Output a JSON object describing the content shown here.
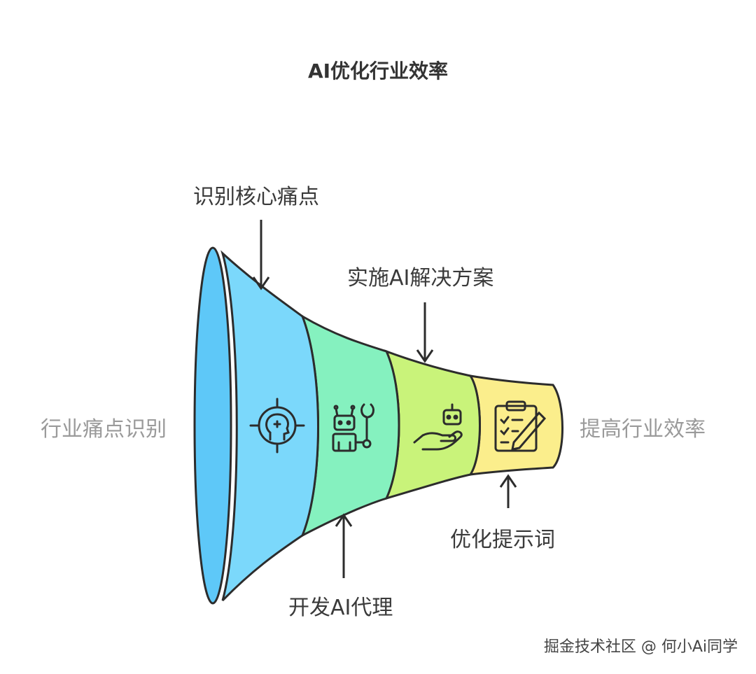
{
  "title": "AI优化行业效率",
  "side_labels": {
    "left": "行业痛点识别",
    "right": "提高行业效率"
  },
  "stages": [
    {
      "label": "识别核心痛点",
      "color": "#7bd8fb",
      "icon": "target-head-icon"
    },
    {
      "label": "开发AI代理",
      "color": "#85f1bf",
      "icon": "robot-wrench-icon"
    },
    {
      "label": "实施AI解决方案",
      "color": "#c9f37a",
      "icon": "hand-robot-icon"
    },
    {
      "label": "优化提示词",
      "color": "#fbee8c",
      "icon": "clipboard-pencil-icon"
    }
  ],
  "watermark": "掘金技术社区 @ 何小Ai同学",
  "colors": {
    "stroke": "#2c2c2c",
    "mouth": "#5ec8f8",
    "text": "#3a3a3a",
    "side_text": "#9a9a9a"
  }
}
